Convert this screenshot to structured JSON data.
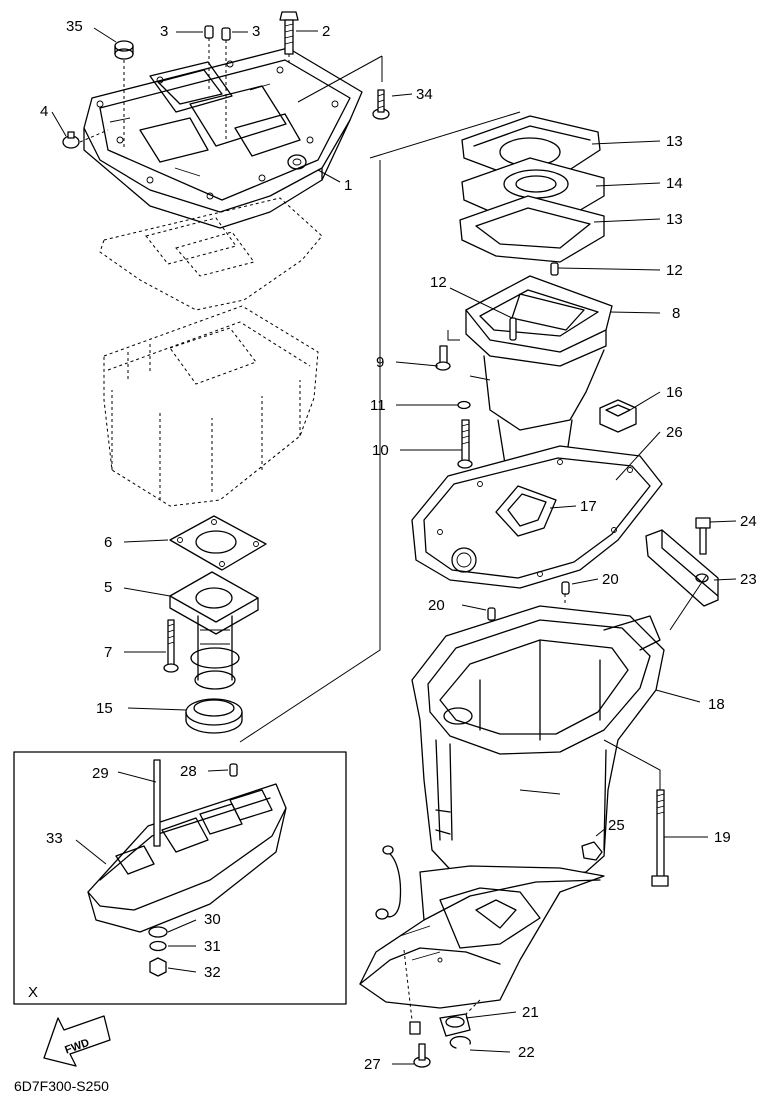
{
  "diagram": {
    "figure_code": "6D7F300-S250",
    "inset_label": "X",
    "fwd_label": "FWD",
    "callouts": [
      {
        "id": "c35",
        "label": "35"
      },
      {
        "id": "c3a",
        "label": "3"
      },
      {
        "id": "c3b",
        "label": "3"
      },
      {
        "id": "c2",
        "label": "2"
      },
      {
        "id": "c34",
        "label": "34"
      },
      {
        "id": "c4",
        "label": "4"
      },
      {
        "id": "c1",
        "label": "1"
      },
      {
        "id": "c13a",
        "label": "13"
      },
      {
        "id": "c14",
        "label": "14"
      },
      {
        "id": "c13b",
        "label": "13"
      },
      {
        "id": "c12a",
        "label": "12"
      },
      {
        "id": "c12b",
        "label": "12"
      },
      {
        "id": "c8",
        "label": "8"
      },
      {
        "id": "c9",
        "label": "9"
      },
      {
        "id": "c16",
        "label": "16"
      },
      {
        "id": "c11",
        "label": "11"
      },
      {
        "id": "c26",
        "label": "26"
      },
      {
        "id": "c10",
        "label": "10"
      },
      {
        "id": "c17",
        "label": "17"
      },
      {
        "id": "c24",
        "label": "24"
      },
      {
        "id": "c6",
        "label": "6"
      },
      {
        "id": "c23",
        "label": "23"
      },
      {
        "id": "c5",
        "label": "5"
      },
      {
        "id": "c20a",
        "label": "20"
      },
      {
        "id": "c20b",
        "label": "20"
      },
      {
        "id": "c7",
        "label": "7"
      },
      {
        "id": "c18",
        "label": "18"
      },
      {
        "id": "c15",
        "label": "15"
      },
      {
        "id": "c29",
        "label": "29"
      },
      {
        "id": "c28",
        "label": "28"
      },
      {
        "id": "c25",
        "label": "25"
      },
      {
        "id": "c19",
        "label": "19"
      },
      {
        "id": "c33",
        "label": "33"
      },
      {
        "id": "c30",
        "label": "30"
      },
      {
        "id": "c31",
        "label": "31"
      },
      {
        "id": "c32",
        "label": "32"
      },
      {
        "id": "c21",
        "label": "21"
      },
      {
        "id": "c22",
        "label": "22"
      },
      {
        "id": "c27",
        "label": "27"
      }
    ]
  }
}
